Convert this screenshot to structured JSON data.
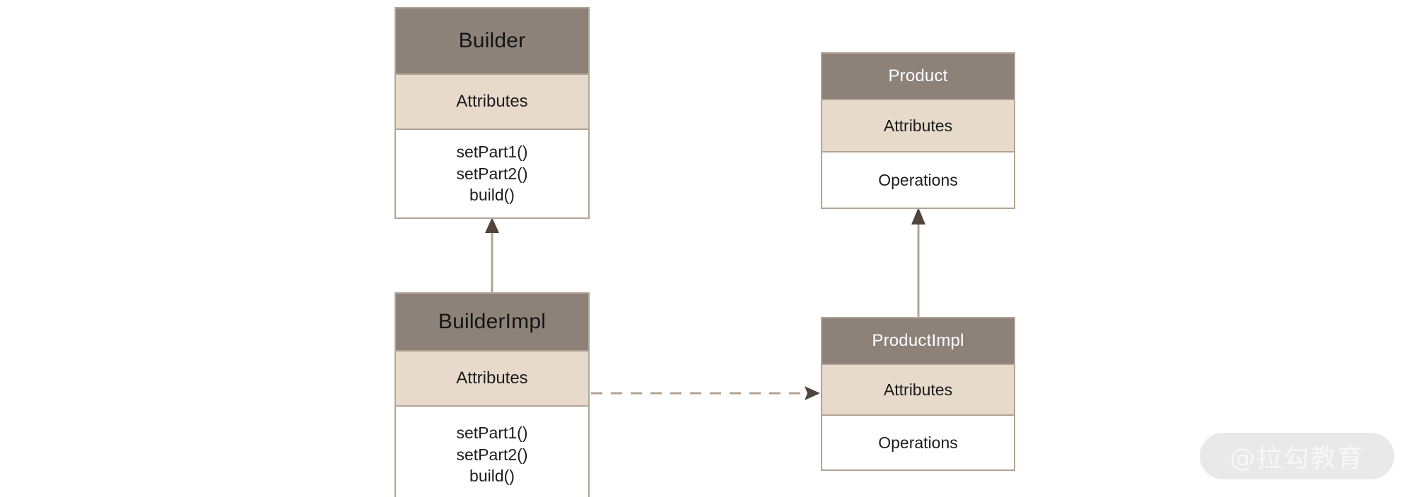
{
  "diagram": {
    "kind": "uml-class-diagram",
    "pattern_name": "Builder",
    "background_color": "#ffffff",
    "palette": {
      "header_fill": "#8d8279",
      "attributes_fill": "#e7dacb",
      "operations_fill": "#ffffff",
      "border": "#b3a494",
      "connector": "#b3a494",
      "arrowhead": "#4f453c",
      "title_dark": "#141414",
      "title_light": "#ffffff"
    },
    "classes": [
      {
        "id": "builder",
        "title": "Builder",
        "title_color": "dark",
        "attributes_label": "Attributes",
        "operations": [
          "setPart1()",
          "setPart2()",
          "build()"
        ]
      },
      {
        "id": "builderimpl",
        "title": "BuilderImpl",
        "title_color": "dark",
        "attributes_label": "Attributes",
        "operations": [
          "setPart1()",
          "setPart2()",
          "build()"
        ]
      },
      {
        "id": "product",
        "title": "Product",
        "title_color": "light",
        "attributes_label": "Attributes",
        "operations": [
          "Operations"
        ]
      },
      {
        "id": "productimpl",
        "title": "ProductImpl",
        "title_color": "light",
        "attributes_label": "Attributes",
        "operations": [
          "Operations"
        ]
      }
    ],
    "connectors": [
      {
        "id": "builderimpl-to-builder",
        "relationship": "generalization",
        "line_style": "solid",
        "arrowhead": "filled-triangle",
        "direction": "up",
        "from": "BuilderImpl",
        "to": "Builder"
      },
      {
        "id": "productimpl-to-product",
        "relationship": "generalization",
        "line_style": "solid",
        "arrowhead": "filled-triangle",
        "direction": "up",
        "from": "ProductImpl",
        "to": "Product"
      },
      {
        "id": "builderimpl-to-productimpl",
        "relationship": "dependency",
        "line_style": "dashed",
        "arrowhead": "filled-arrow",
        "direction": "right",
        "from": "BuilderImpl",
        "to": "ProductImpl"
      }
    ]
  },
  "watermark": {
    "text": "@拉勾教育"
  }
}
